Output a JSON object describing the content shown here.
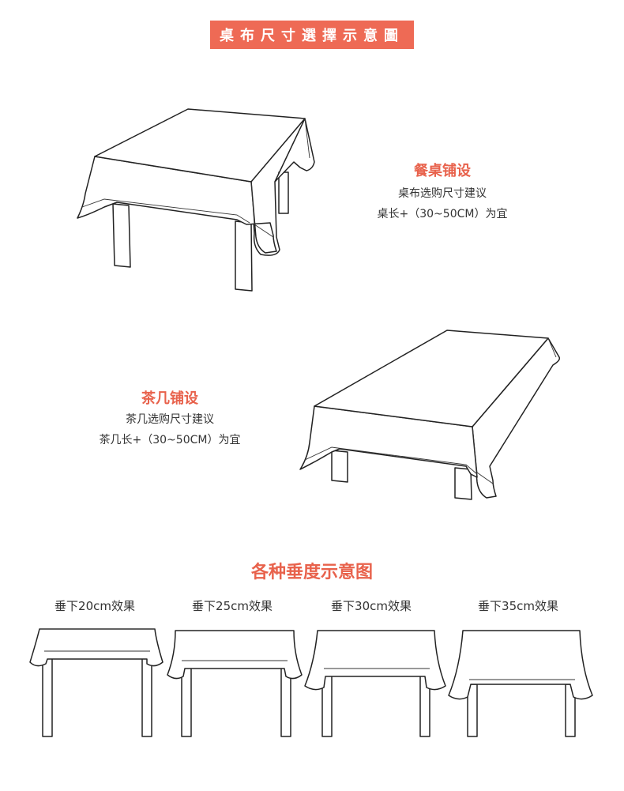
{
  "banner": {
    "title": "桌布尺寸選擇示意圖"
  },
  "dining": {
    "heading": "餐桌铺设",
    "line1": "桌布选购尺寸建议",
    "line2": "桌长+（30~50CM）为宜"
  },
  "coffee": {
    "heading": "茶几铺设",
    "line1": "茶几选购尺寸建议",
    "line2": "茶几长+（30~50CM）为宜"
  },
  "drape": {
    "heading": "各种垂度示意图",
    "captions": [
      "垂下20cm效果",
      "垂下25cm效果",
      "垂下30cm效果",
      "垂下35cm效果"
    ]
  },
  "colors": {
    "accent": "#e8624c",
    "banner_bg": "#ee6a55",
    "line": "#222222"
  }
}
